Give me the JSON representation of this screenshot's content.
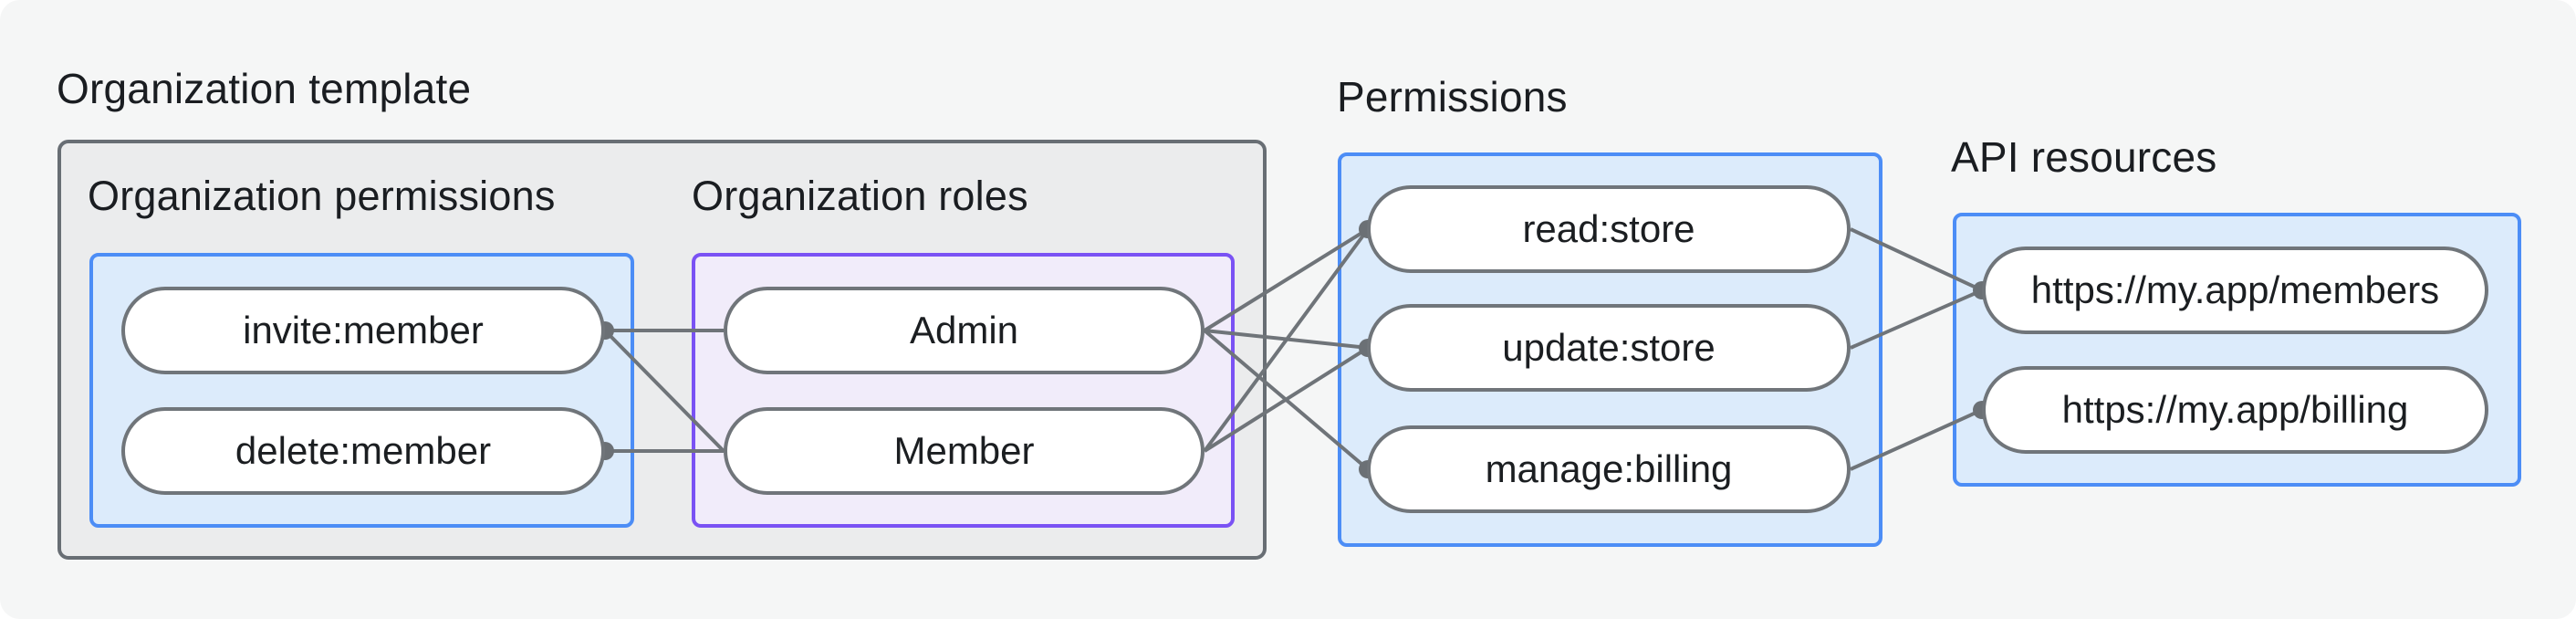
{
  "colors": {
    "canvas_background": "#f5f6f6",
    "template_box_fill": "#ebeced",
    "template_box_border": "#686e74",
    "blue_box_fill": "#dcebfb",
    "blue_box_border": "#4c8df6",
    "purple_box_fill": "#f1ecfa",
    "purple_box_border": "#7a52f4",
    "pill_fill": "#ffffff",
    "pill_border": "#70757a",
    "edge_color": "#6f7479",
    "text_color": "#1a1d21"
  },
  "diagram": {
    "title": "Organization template",
    "groups": {
      "org_permissions": {
        "label": "Organization permissions",
        "items": [
          {
            "label": "invite:member"
          },
          {
            "label": "delete:member"
          }
        ]
      },
      "org_roles": {
        "label": "Organization roles",
        "items": [
          {
            "label": "Admin"
          },
          {
            "label": "Member"
          }
        ]
      },
      "permissions": {
        "label": "Permissions",
        "items": [
          {
            "label": "read:store"
          },
          {
            "label": "update:store"
          },
          {
            "label": "manage:billing"
          }
        ]
      },
      "api_resources": {
        "label": "API resources",
        "items": [
          {
            "label": "https://my.app/members"
          },
          {
            "label": "https://my.app/billing"
          }
        ]
      }
    },
    "connections": [
      {
        "from": "invite:member",
        "to": "Admin"
      },
      {
        "from": "invite:member",
        "to": "Member"
      },
      {
        "from": "delete:member",
        "to": "Member"
      },
      {
        "from": "Admin",
        "to": "read:store"
      },
      {
        "from": "Admin",
        "to": "update:store"
      },
      {
        "from": "Admin",
        "to": "manage:billing"
      },
      {
        "from": "Member",
        "to": "read:store"
      },
      {
        "from": "Member",
        "to": "update:store"
      },
      {
        "from": "read:store",
        "to": "https://my.app/members"
      },
      {
        "from": "update:store",
        "to": "https://my.app/members"
      },
      {
        "from": "manage:billing",
        "to": "https://my.app/billing"
      }
    ]
  }
}
